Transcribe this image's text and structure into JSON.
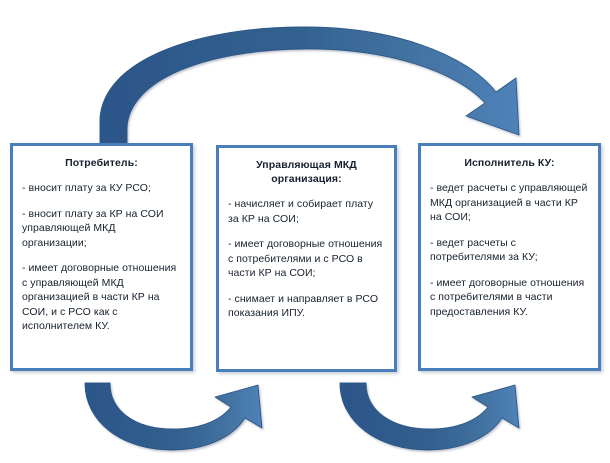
{
  "diagram": {
    "type": "process-relationship-diagram",
    "colors": {
      "box_border": "#4a7ebb",
      "box_background": "#ffffff",
      "arrow_dark": "#2e5c8a",
      "arrow_light": "#4a7ebb",
      "text": "#16212e"
    },
    "boxes": [
      {
        "id": "consumer",
        "title": "Потребитель:",
        "lines": [
          "- вносит плату за КУ РСО;",
          "- вносит плату за КР на СОИ управляющей МКД организации;",
          "- имеет договорные отношения  с управляющей МКД организацией в части КР на СОИ, и с РСО как с исполнителем КУ."
        ]
      },
      {
        "id": "management",
        "title": "Управляющая МКД организация:",
        "lines": [
          "- начисляет и собирает плату за КР на СОИ;",
          "- имеет договорные отношения с потребителями и с РСО в части КР на СОИ;",
          "- снимает и направляет в РСО показания ИПУ."
        ]
      },
      {
        "id": "executor",
        "title": "Исполнитель КУ:",
        "lines": [
          "- ведет расчеты с управляющей МКД организацией в части КР на СОИ;",
          "- ведет расчеты с потребителями за КУ;",
          "- имеет договорные отношения с потребителями в части предоставления КУ."
        ]
      }
    ],
    "arrows": [
      {
        "id": "consumer-to-executor",
        "from": "consumer",
        "to": "executor",
        "shape": "curved-arc-over-top"
      },
      {
        "id": "consumer-to-management",
        "from": "consumer",
        "to": "management",
        "shape": "curved-arc-under-bottom"
      },
      {
        "id": "management-to-executor",
        "from": "management",
        "to": "executor",
        "shape": "curved-arc-under-bottom"
      }
    ]
  }
}
